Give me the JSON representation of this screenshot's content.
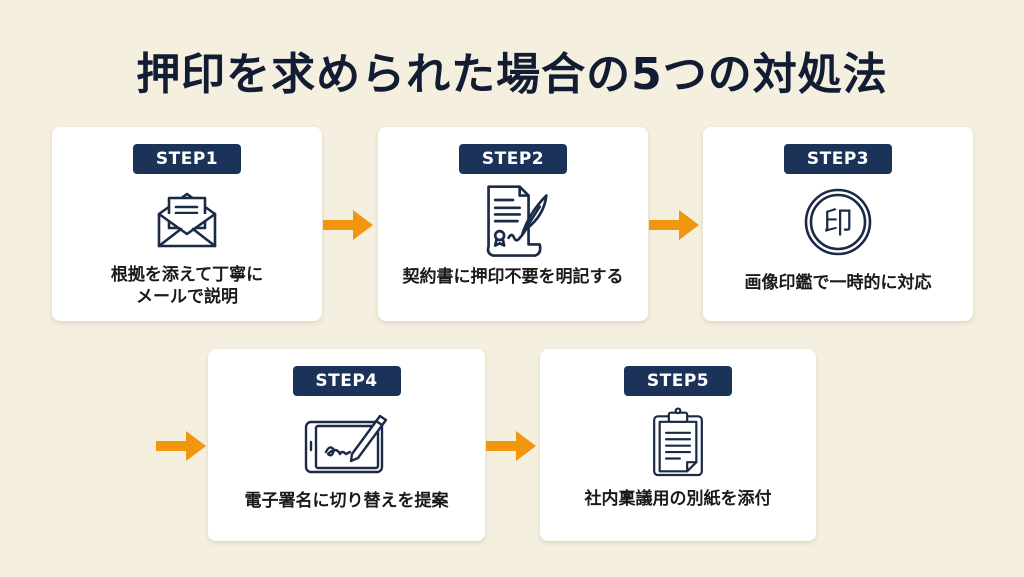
{
  "title": "押印を求められた場合の5つの対処法",
  "colors": {
    "background": "#F4EFDF",
    "badge": "#1B3358",
    "arrow": "#F0960F",
    "icon_stroke": "#1B2A47"
  },
  "steps": [
    {
      "badge": "STEP1",
      "icon": "envelope-letter-icon",
      "label_lines": [
        "根拠を添えて丁寧に",
        "メールで説明"
      ]
    },
    {
      "badge": "STEP2",
      "icon": "contract-quill-icon",
      "label_lines": [
        "契約書に押印不要を明記する"
      ]
    },
    {
      "badge": "STEP3",
      "icon": "seal-stamp-icon",
      "label_lines": [
        "画像印鑑で一時的に対応"
      ],
      "icon_text": "印"
    },
    {
      "badge": "STEP4",
      "icon": "tablet-stylus-signature-icon",
      "label_lines": [
        "電子署名に切り替えを提案"
      ]
    },
    {
      "badge": "STEP5",
      "icon": "clipboard-document-icon",
      "label_lines": [
        "社内稟議用の別紙を添付"
      ]
    }
  ]
}
